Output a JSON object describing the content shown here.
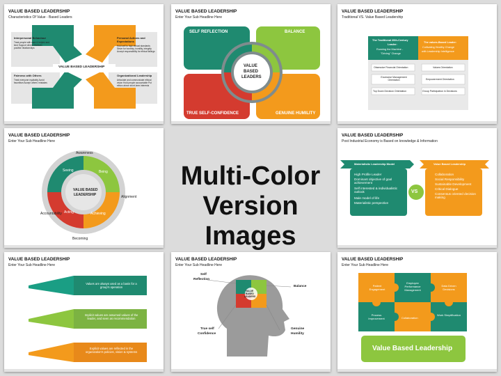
{
  "center_title_line1": "Multi-Color",
  "center_title_line2": "Version Images",
  "colors": {
    "green": "#1f8a70",
    "teal": "#1a9e84",
    "orange": "#f39a1c",
    "red": "#d43b2f",
    "lime": "#8dc63f",
    "gray": "#9b9b9b",
    "dark_orange": "#e07b12"
  },
  "s1": {
    "title": "VALUE BASED LEADERSHIP",
    "sub": "Characteristics Of Value - Based Leaders",
    "center": "VALUE BASED LEADERSHIP",
    "q1h": "Interpersonal Behaviour",
    "q1b": "Treat people with care & helpful and kind Support others Maintain positive relationships",
    "q2h": "Personal Actions and Expectations",
    "q2b": "Hold self to high ethical standards Strive for honesty, humility, integrity Accept responsibility for ethical failings",
    "q3h": "Fairness with Others",
    "q3b": "Treat everyone equitably Avoid favoritism Accept others' mistakes",
    "q4h": "Organizational Leadership",
    "q4b": "Articulate and communicate ethical vision Hold people accountable Put ethics above short-term interests"
  },
  "s2": {
    "title": "VALUE BASED LEADERSHIP",
    "sub": "Enter Your Sub Headline Here",
    "center1": "VALUE",
    "center2": "BASED",
    "center3": "LEADERS",
    "tl": "SELF REFLECTION",
    "tr": "BALANCE",
    "bl": "TRUE SELF-CONFIDENCE",
    "br": "GENUINE HUMILITY"
  },
  "s3": {
    "title": "VALUE BASED LEADERSHIP",
    "sub": "Traditional VS. Value Based Leadership",
    "left_head1": "The Traditional 20th-Century",
    "left_head2": "Leader:",
    "left_head3": "Running the Machine -",
    "left_head4": "\"Driving\" Change",
    "right_head1": "The values-Based Leader:",
    "right_head2": "Cultivating Healthy Change",
    "right_head3": "with Leadership Intelligence",
    "left_items": [
      "Obsessive Financial Orientation",
      "Excessive Management Orientation",
      "Top Down Decision Orientation"
    ],
    "right_items": [
      "Values Orientation",
      "Empowerment Orientation",
      "Group Participation in Decisions"
    ]
  },
  "s4": {
    "title": "VALUE BASED LEADERSHIP",
    "sub": "Enter Your Sub Headline Here",
    "center1": "VALUE BASED",
    "center2": "LEADERSHIP",
    "labels": [
      "Awareness",
      "Seeing",
      "Being",
      "Alignment",
      "Acting",
      "Accountability",
      "Achieving",
      "Becoming"
    ]
  },
  "s5": {
    "title": "VALUE BASED LEADERSHIP",
    "sub": "Post Industrial Economy is Based on knowledge & Information",
    "left_head": "Materialistic Leadership Model",
    "right_head": "Value Based Leadership",
    "vs": "VS",
    "left_items": [
      "High Profile Leader",
      "Dominant objective of goal achievement",
      "Self interested & individualistic outlook",
      "Male model of life",
      "Materialistic perspective"
    ],
    "right_items": [
      "Collaboration",
      "Social Responsibility",
      "Sustainable Development",
      "Critical Dialogue",
      "Consensus oriented decision making"
    ]
  },
  "s6": {
    "title": "VALUE BASED LEADERSHIP",
    "sub": "Enter Your Sub Headline Here",
    "items": [
      "Values are always used as a basis for a group's operation",
      "Implicit values are assumed values of the leader, and seen as recommendation",
      "Explicit values are reflected in the organization's policies, vision & systems"
    ]
  },
  "s7": {
    "title": "VALUE BASED LEADERSHIP",
    "sub": "Enter Your Sub Headline Here",
    "self1": "Self",
    "self2": "Reflection",
    "balance": "Balance",
    "true1": "True self",
    "true2": "Confidence",
    "gen1": "Genuine",
    "gen2": "Humility",
    "c1": "VALUE",
    "c2": "BASED",
    "c3": "LEADERS"
  },
  "s8": {
    "title": "VALUE BASED LEADERSHIP",
    "sub": "Enter Your Sub Headline Here",
    "pieces": [
      "Patient Engagement",
      "Employee Performance Management",
      "Data Driven Decisions",
      "Process Improvement",
      "Collaboration",
      "Work Simplification"
    ],
    "banner": "Value Based Leadership"
  }
}
